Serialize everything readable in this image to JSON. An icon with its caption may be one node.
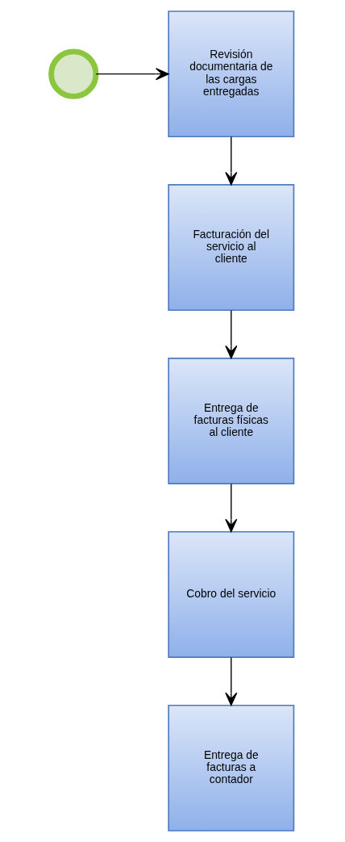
{
  "diagram": {
    "nodes": [
      {
        "text": [],
        "shape": "circle"
      },
      {
        "text": [
          "Revisión documentaria de las cargas entregadas"
        ]
      },
      {
        "text": [
          "Facturación del servicio al cliente"
        ]
      },
      {
        "text": [
          "Entrega de facturas físicas al cliente"
        ]
      },
      {
        "text": [
          "Cobro del servicio"
        ]
      },
      {
        "text": [
          "Entrega de facturas a contador"
        ]
      }
    ],
    "edges": [
      {
        "from": 0,
        "to": 1,
        "arrow": "to"
      },
      {
        "from": 1,
        "to": 2,
        "arrow": "to"
      },
      {
        "from": 2,
        "to": 3,
        "arrow": "to"
      },
      {
        "from": 3,
        "to": 4,
        "arrow": "to"
      },
      {
        "from": 4,
        "to": 5,
        "arrow": "to"
      }
    ]
  }
}
